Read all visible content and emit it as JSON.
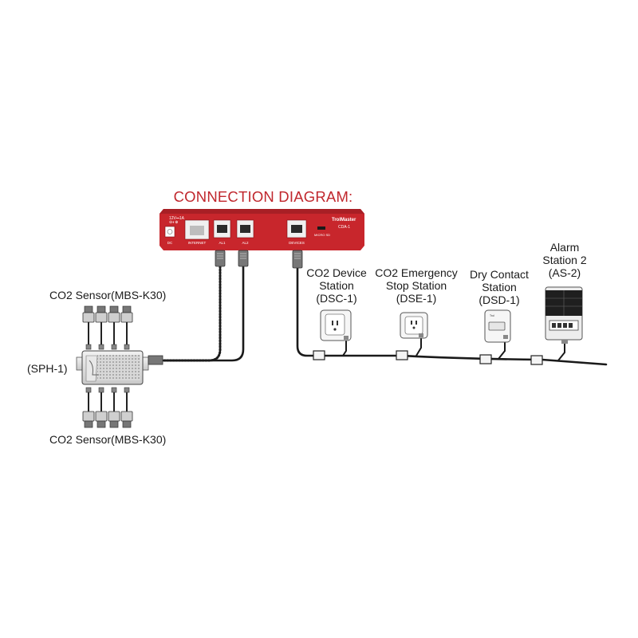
{
  "title": "CONNECTION DIAGRAM:",
  "controller": {
    "brand": "TrolMaster",
    "model": "CDA-1",
    "power_label": "12V⎓1A",
    "ports": {
      "dc": "DC",
      "internet": "INTERNET",
      "al1": "AL1",
      "al2": "AL2",
      "devices": "DEVICES",
      "micro_sd": "MICRO SD"
    }
  },
  "sensors": {
    "top_label": "CO2 Sensor(MBS-K30)",
    "bottom_label": "CO2 Sensor(MBS-K30)",
    "hub_label": "(SPH-1)"
  },
  "stations": [
    {
      "line1": "CO2 Device",
      "line2": "Station",
      "line3": "(DSC-1)"
    },
    {
      "line1": "CO2 Emergency",
      "line2": "Stop Station",
      "line3": "(DSE-1)"
    },
    {
      "line1": "Dry Contact",
      "line2": "Station",
      "line3": "(DSD-1)"
    },
    {
      "line1": "Alarm",
      "line2": "Station 2",
      "line3": "(AS-2)"
    }
  ],
  "colors": {
    "accent": "#c0272d",
    "controller_body": "#c8262c",
    "cable": "#1a1a1a"
  }
}
